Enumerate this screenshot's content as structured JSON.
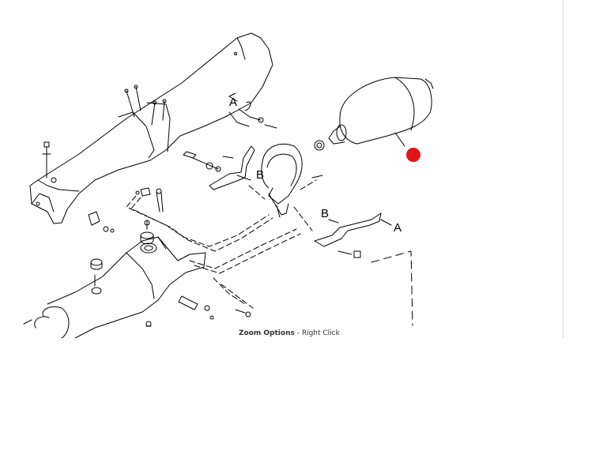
{
  "diagram": {
    "callouts": {
      "a_top": "A",
      "b_left": "B",
      "b_right": "B",
      "a_right": "A"
    },
    "hotspot_color": "#e0141a"
  },
  "zoom_hint": {
    "label": "Zoom Options",
    "separator": " - ",
    "action": "Right Click"
  }
}
